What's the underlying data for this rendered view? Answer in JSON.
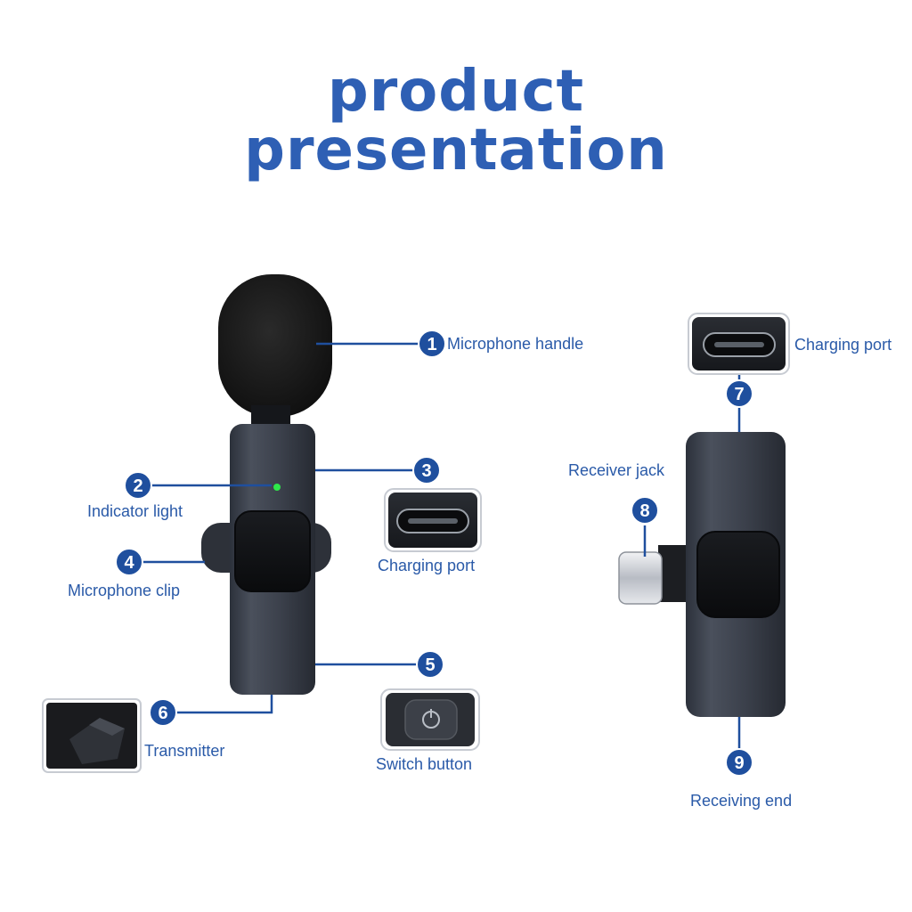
{
  "title": {
    "line1": "product",
    "line2": "presentation"
  },
  "callouts": [
    {
      "number": "1",
      "label": "Microphone handle"
    },
    {
      "number": "2",
      "label": "Indicator light"
    },
    {
      "number": "3",
      "label": "Charging port"
    },
    {
      "number": "4",
      "label": "Microphone clip"
    },
    {
      "number": "5",
      "label": "Switch button"
    },
    {
      "number": "6",
      "label": "Transmitter"
    },
    {
      "number": "7",
      "label": "Charging port"
    },
    {
      "number": "8",
      "label": "Receiver jack"
    },
    {
      "number": "9",
      "label": "Receiving end"
    }
  ],
  "colors": {
    "accent": "#2e5fb4",
    "label": "#2a5aa8",
    "badge": "#1f4f9e",
    "device_body": "#3a3f4a",
    "indicator_light": "#2ee84a"
  }
}
